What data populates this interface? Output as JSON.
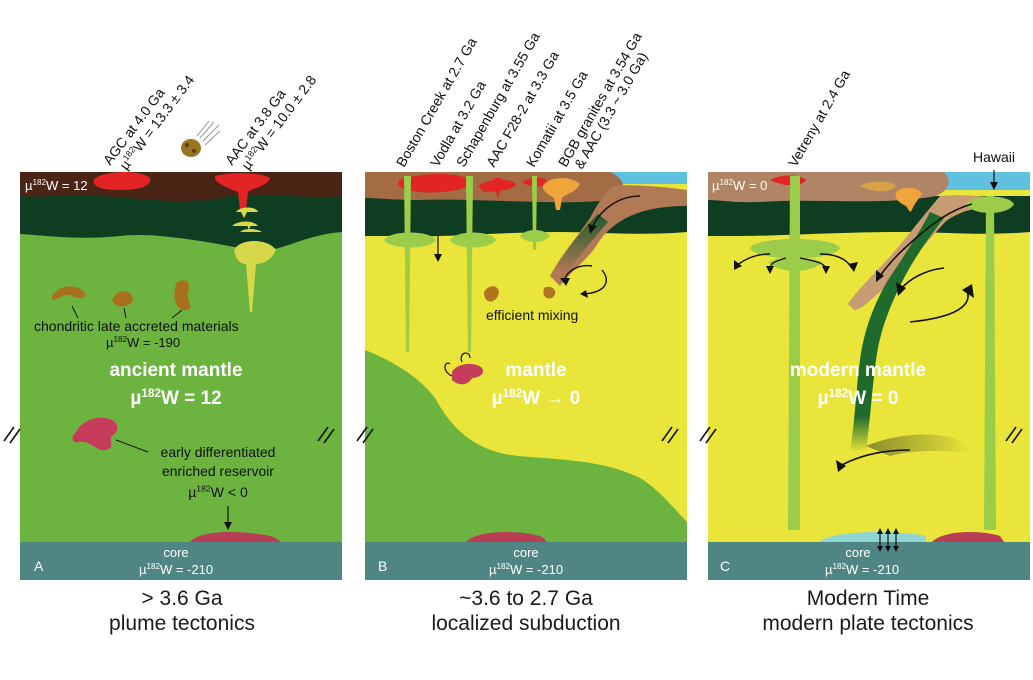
{
  "panel_a": {
    "letter": "A",
    "top_label_1_line1": "AGC at 4.0 Ga",
    "top_label_1_line2": "µ182W = 13.3 ± 3.4",
    "top_label_2_line1": "AAC at 3.8 Ga",
    "top_label_2_line2": "µ182W = 10.0 ± 2.8",
    "crust_value": "µ182W = 12",
    "late_accreted": "chondritic late accreted materials",
    "late_value": "µ182W = -190",
    "mantle_title": "ancient mantle",
    "mantle_value": "µ182W = 12",
    "reservoir_line1": "early differentiated",
    "reservoir_line2": "enriched reservoir",
    "reservoir_value": "µ182W < 0",
    "core": "core",
    "core_value": "µ182W = -210",
    "caption_line1": "> 3.6 Ga",
    "caption_line2": "plume tectonics"
  },
  "panel_b": {
    "letter": "B",
    "top_labels": [
      "Boston Creek at 2.7 Ga",
      "Vodla at 3.2 Ga",
      "Schapenburg at 3.55 Ga",
      "AAC F28-2 at 3.3 Ga",
      "Komatii at 3.5 Ga",
      "BGB granites at 3.54 Ga",
      "& AAC (3.3 ~ 3.0 Ga)"
    ],
    "mixing": "efficient mixing",
    "mantle_title": "mantle",
    "mantle_value": "µ182W → 0",
    "core": "core",
    "core_value": "µ182W = -210",
    "caption_line1": "~3.6 to 2.7 Ga",
    "caption_line2": "localized subduction"
  },
  "panel_c": {
    "letter": "C",
    "top_label_1": "Vetreny at 2.4 Ga",
    "top_label_2": "Hawaii",
    "crust_value": "µ182W = 0",
    "mantle_title": "modern mantle",
    "mantle_value": "µ182W = 0",
    "core": "core",
    "core_value": "µ182W = -210",
    "caption_line1": "Modern Time",
    "caption_line2": "modern plate tectonics"
  },
  "colors": {
    "green_mantle": "#6cb43f",
    "yellow_mantle": "#e9e53a",
    "dark_lithosphere": "#0f3d22",
    "dark_crust": "#4a2516",
    "light_crust": "#b08565",
    "core": "#4f8684",
    "melt": "#e32424",
    "plume": "#9ccd4a",
    "enriched": "#c53b5a"
  }
}
